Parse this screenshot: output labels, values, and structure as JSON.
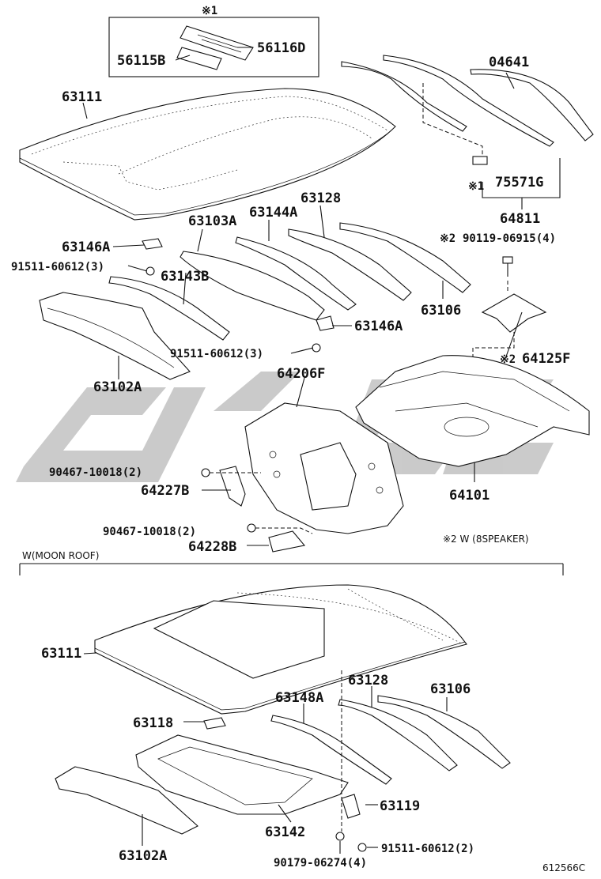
{
  "watermark_color": "#c8c8c8",
  "labels": {
    "note1_top": "※1",
    "p56115B": "56115B",
    "p56116D": "56116D",
    "p63111_top": "63111",
    "p04641": "04641",
    "note1_mid": "※1",
    "p75571G": "75571G",
    "p64811": "64811",
    "p63128_top": "63128",
    "p63103A": "63103A",
    "p63144A": "63144A",
    "note2_bolt": "※2",
    "p90119": "90119-06915(4)",
    "p63146A_left": "63146A",
    "p91511_a": "91511-60612(3)",
    "p63143B": "63143B",
    "p63106_top": "63106",
    "p63146A_right": "63146A",
    "p91511_b": "91511-60612(3)",
    "note2_bracket": "※2",
    "p64125F": "64125F",
    "p63102A_top": "63102A",
    "p64206F": "64206F",
    "p90467_a": "90467-10018(2)",
    "p64227B": "64227B",
    "p64101": "64101",
    "p90467_b": "90467-10018(2)",
    "p64228B": "64228B",
    "speaker_note": "※2 W (8SPEAKER)",
    "moon_roof": "W(MOON ROOF)",
    "p63111_bottom": "63111",
    "p63128_bottom": "63128",
    "p63106_bottom": "63106",
    "p63148A": "63148A",
    "p63118": "63118",
    "p63119": "63119",
    "p63142": "63142",
    "p91511_c": "91511-60612(2)",
    "p63102A_bottom": "63102A",
    "p90179": "90179-06274(4)",
    "diagram_id": "612566C"
  }
}
